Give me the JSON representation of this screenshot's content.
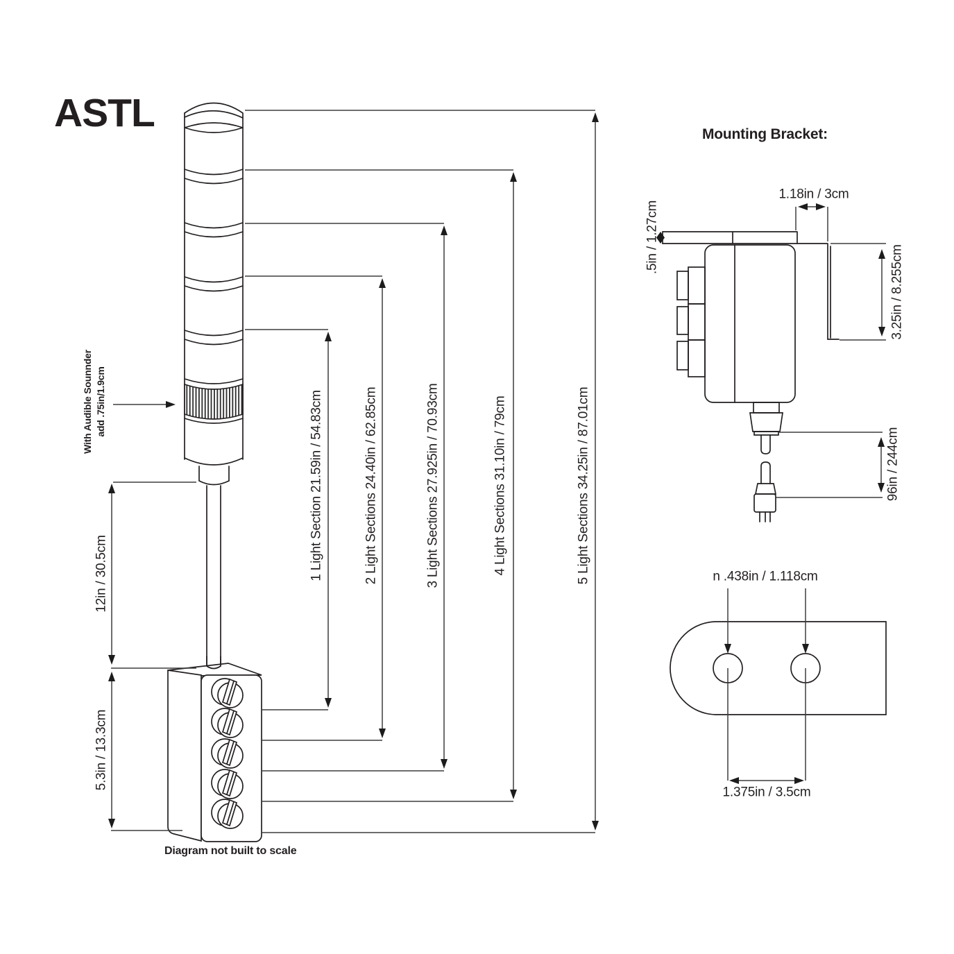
{
  "title": "ASTL",
  "footnote": "Diagram not built to scale",
  "left_figure": {
    "sounder_note": {
      "line1": "With Audible Sounnder",
      "line2": "add .75in/1.9cm"
    },
    "pole_dim": "12in / 30.5cm",
    "base_dim": "5.3in / 13.3cm",
    "section_dims": [
      "1 Light  Section 21.59in / 54.83cm",
      "2 Light  Sections 24.40in / 62.85cm",
      "3 Light  Sections 27.925in / 70.93cm",
      "4 Light  Sections 31.10in / 79cm",
      "5 Light  Sections 34.25in / 87.01cm"
    ]
  },
  "right_figure": {
    "heading": "Mounting Bracket:",
    "flange_width_dim": "1.18in / 3cm",
    "flange_thickness_dim": ".5in / 1.27cm",
    "bracket_drop_dim": "3.25in / 8.255cm",
    "cable_length_dim": "96in / 244cm",
    "hole_diameter_dim": "n .438in / 1.118cm",
    "hole_spacing_dim": "1.375in / 3.5cm"
  },
  "colors": {
    "line": "#231f20",
    "dim_line": "#3d3d3d",
    "background": "#ffffff"
  }
}
